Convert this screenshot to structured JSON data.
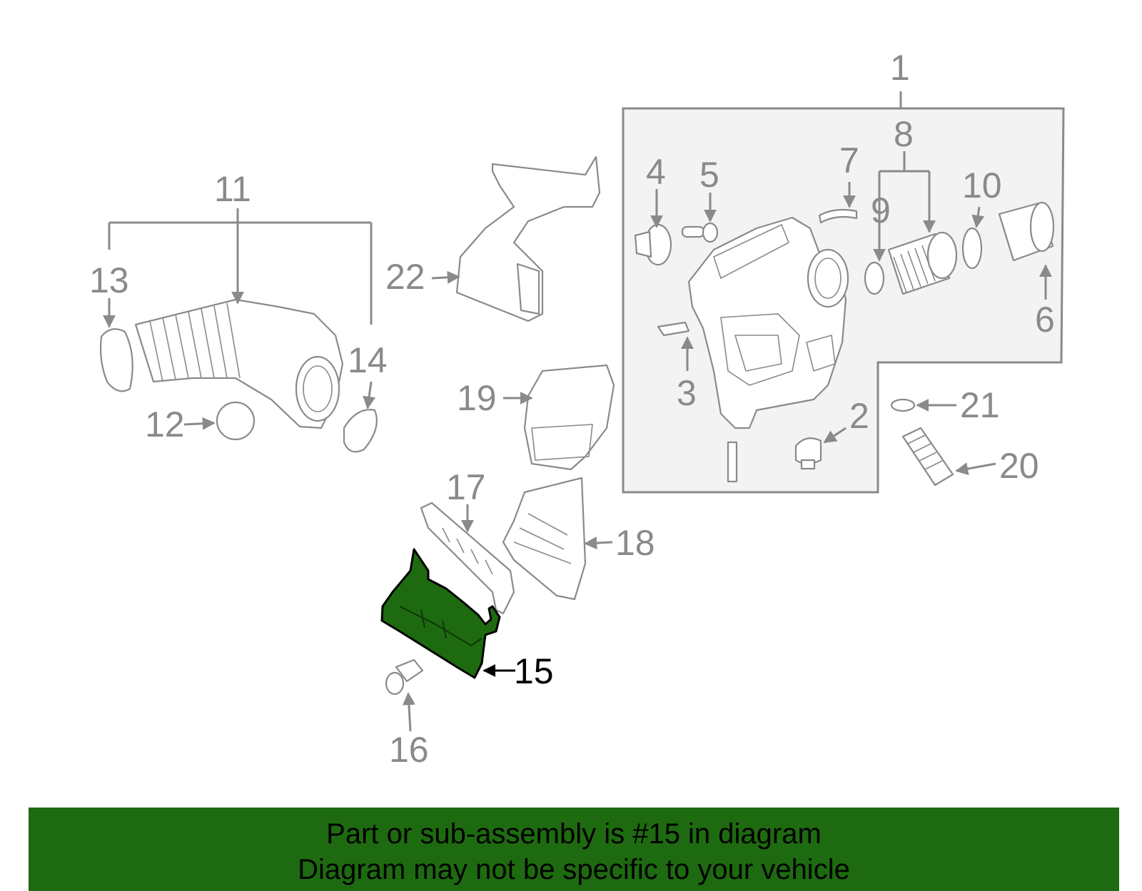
{
  "diagram": {
    "highlighted_part": "15",
    "callouts": [
      "1",
      "2",
      "3",
      "4",
      "5",
      "6",
      "7",
      "8",
      "9",
      "10",
      "11",
      "12",
      "13",
      "14",
      "15",
      "16",
      "17",
      "18",
      "19",
      "20",
      "21",
      "22"
    ]
  },
  "footer": {
    "line1": "Part or sub-assembly is #15 in diagram",
    "line2": "Diagram may not be specific to your vehicle"
  },
  "colors": {
    "highlight": "#1e6a10",
    "linework": "#8a8a8a",
    "assembly_box": "#f3f3f3"
  }
}
